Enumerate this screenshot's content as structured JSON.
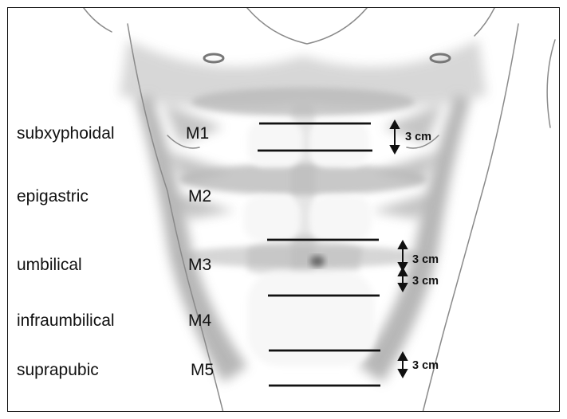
{
  "regions": [
    {
      "name": "subxyphoidal",
      "code": "M1"
    },
    {
      "name": "epigastric",
      "code": "M2"
    },
    {
      "name": "umbilical",
      "code": "M3"
    },
    {
      "name": "infraumbilical",
      "code": "M4"
    },
    {
      "name": "suprapubic",
      "code": "M5"
    }
  ],
  "measurements": [
    "3 cm",
    "3 cm",
    "3 cm",
    "3 cm"
  ],
  "colors": {
    "skin_shadow": "#a9a9a9",
    "outline": "#777777",
    "marker_line": "#111111"
  }
}
